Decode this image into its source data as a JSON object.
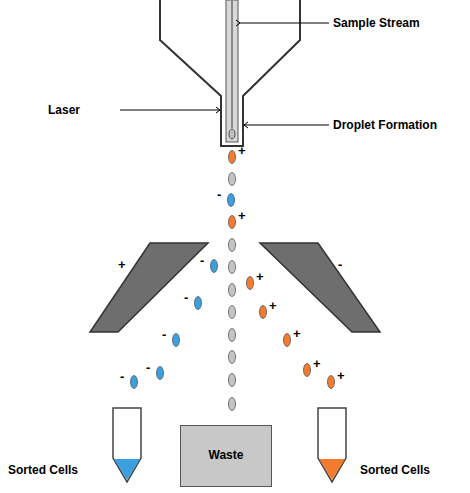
{
  "diagram": {
    "nodes": [
      {
        "text": [
          "+"
        ]
      },
      {
        "text": [
          "-"
        ]
      },
      {
        "text": [
          "Sorted Cells"
        ]
      },
      {
        "text": [
          "Waste"
        ]
      },
      {
        "text": [
          "Sorted Cells"
        ]
      }
    ],
    "labels": [
      "Sample Stream",
      "Laser",
      "Droplet Formation",
      "+",
      "-",
      "+",
      "-",
      "-",
      "-",
      "-",
      "-",
      "+",
      "+",
      "+",
      "+",
      "+"
    ]
  }
}
